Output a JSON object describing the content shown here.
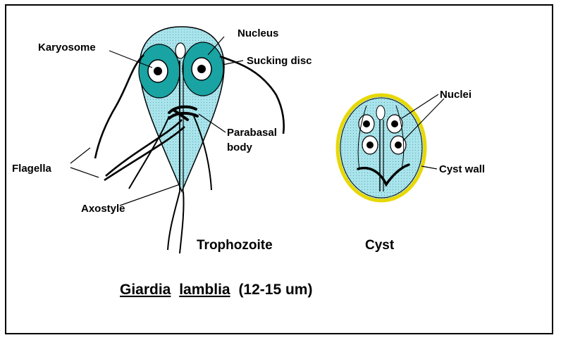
{
  "colors": {
    "body_fill": "#a8e4ec",
    "disc_fill": "#1aa3a3",
    "cyst_wall": "#e8d800",
    "ink": "#000000"
  },
  "labels": {
    "nucleus": "Nucleus",
    "karyosome": "Karyosome",
    "sucking_disc": "Sucking disc",
    "parabasal_line1": "Parabasal",
    "parabasal_line2": "body",
    "flagella": "Flagella",
    "axostyle": "Axostyle",
    "nuclei": "Nuclei",
    "cyst_wall": "Cyst wall"
  },
  "stages": {
    "trophozoite": "Trophozoite",
    "cyst": "Cyst"
  },
  "title": {
    "genus": "Giardia",
    "species": "lamblia",
    "size": "(12-15 um)"
  }
}
